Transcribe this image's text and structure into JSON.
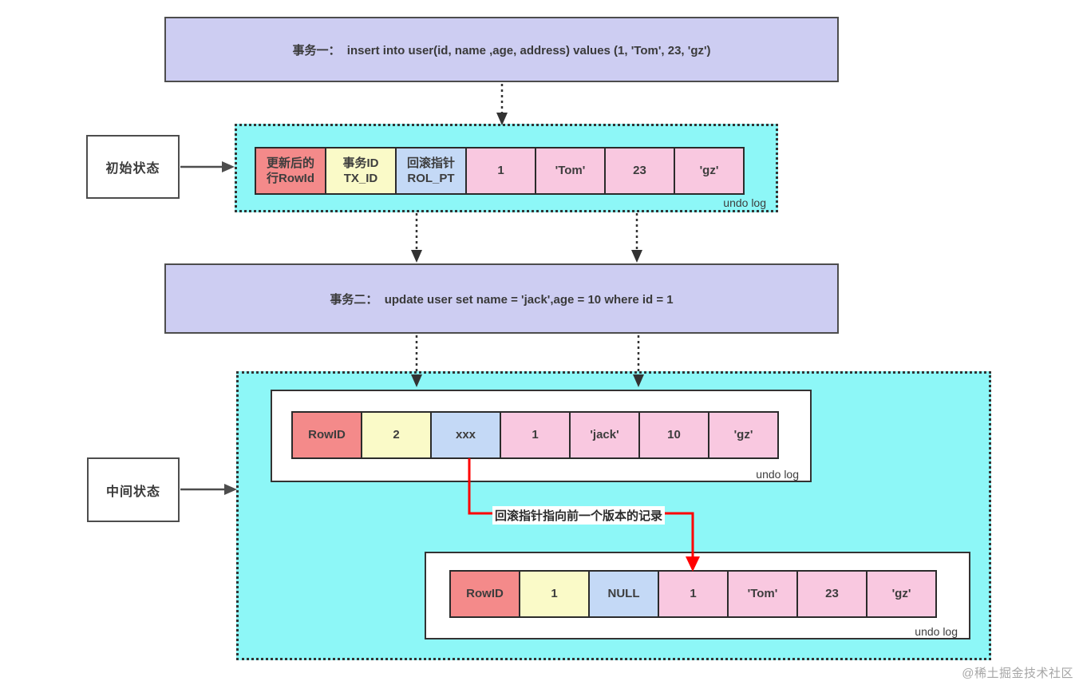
{
  "transactions": {
    "txn1": "事务一：  insert into user(id, name ,age, address) values (1, 'Tom', 23, 'gz')",
    "txn2": "事务二：  update user set name = 'jack',age = 10 where id = 1"
  },
  "state_labels": {
    "initial": "初始状态",
    "intermediate": "中间状态"
  },
  "undo_log_label": "undo log",
  "rollback_note": "回滚指针指向前一个版本的记录",
  "watermark": "@稀土掘金技术社区",
  "rows": {
    "initial": {
      "cells": [
        {
          "text": "更新后的\n行RowId",
          "type": "row-id"
        },
        {
          "text": "事务ID\nTX_ID",
          "type": "tx-id"
        },
        {
          "text": "回滚指针\nROL_PT",
          "type": "roll-ptr"
        },
        {
          "text": "1",
          "type": "data"
        },
        {
          "text": "'Tom'",
          "type": "data"
        },
        {
          "text": "23",
          "type": "data"
        },
        {
          "text": "'gz'",
          "type": "data"
        }
      ]
    },
    "updated": {
      "cells": [
        {
          "text": "RowID",
          "type": "row-id"
        },
        {
          "text": "2",
          "type": "tx-id"
        },
        {
          "text": "xxx",
          "type": "roll-ptr"
        },
        {
          "text": "1",
          "type": "data"
        },
        {
          "text": "'jack'",
          "type": "data"
        },
        {
          "text": "10",
          "type": "data"
        },
        {
          "text": "'gz'",
          "type": "data"
        }
      ]
    },
    "previous_version": {
      "cells": [
        {
          "text": "RowID",
          "type": "row-id"
        },
        {
          "text": "1",
          "type": "tx-id"
        },
        {
          "text": "NULL",
          "type": "roll-ptr"
        },
        {
          "text": "1",
          "type": "data"
        },
        {
          "text": "'Tom'",
          "type": "data"
        },
        {
          "text": "23",
          "type": "data"
        },
        {
          "text": "'gz'",
          "type": "data"
        }
      ]
    }
  },
  "colors": {
    "transaction_box": "#cdcdf2",
    "undo_area": "#8df7f7",
    "cell_row_id": "#f48a8a",
    "cell_tx_id": "#fafac8",
    "cell_roll_ptr": "#c4d9f6",
    "cell_data": "#f9c8e0",
    "rollback_arrow": "#ff0000"
  }
}
